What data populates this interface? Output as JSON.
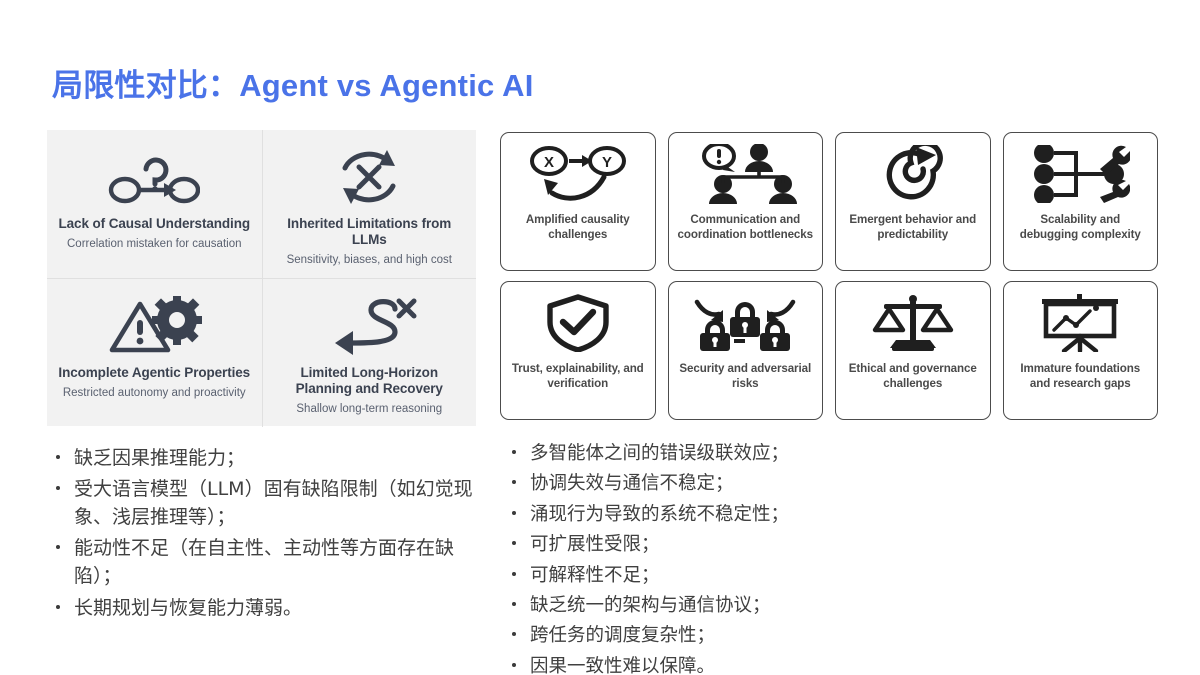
{
  "slide": {
    "title": "局限性对比：Agent vs Agentic AI",
    "title_color": "#4a73e8",
    "background_color": "#ffffff"
  },
  "left_panel": {
    "background_color": "#f2f2f2",
    "cells": [
      {
        "icon": "causal-arrow-question-icon",
        "title": "Lack of Causal Understanding",
        "subtitle": "Correlation mistaken for causation"
      },
      {
        "icon": "circular-arrows-cross-icon",
        "title": "Inherited Limitations from LLMs",
        "subtitle": "Sensitivity, biases, and high cost"
      },
      {
        "icon": "warning-triangle-gear-icon",
        "title": "Incomplete Agentic Properties",
        "subtitle": "Restricted autonomy and proactivity"
      },
      {
        "icon": "winding-path-cross-arrow-icon",
        "title": "Limited Long-Horizon Planning and Recovery",
        "subtitle": "Shallow long-term reasoning"
      }
    ]
  },
  "right_panel": {
    "cards": [
      {
        "icon": "x-to-y-causality-loop-icon",
        "label": "Amplified causality challenges"
      },
      {
        "icon": "people-hierarchy-alert-icon",
        "label": "Communication and coordination bottlenecks"
      },
      {
        "icon": "spiral-arrow-icon",
        "label": "Emergent behavior and predictability"
      },
      {
        "icon": "network-nodes-wrench-icon",
        "label": "Scalability and debugging complexity"
      },
      {
        "icon": "shield-check-icon",
        "label": "Trust, explainability, and verification"
      },
      {
        "icon": "padlocks-icon",
        "label": "Security and adversarial risks"
      },
      {
        "icon": "balance-scales-icon",
        "label": "Ethical and governance challenges"
      },
      {
        "icon": "presentation-chart-icon",
        "label": "Immature foundations and research gaps"
      }
    ]
  },
  "bullets_left": [
    "缺乏因果推理能力；",
    "受大语言模型（LLM）固有缺陷限制（如幻觉现象、浅层推理等）；",
    "能动性不足（在自主性、主动性等方面存在缺陷）；",
    "长期规划与恢复能力薄弱。"
  ],
  "bullets_right": [
    "多智能体之间的错误级联效应；",
    "协调失效与通信不稳定；",
    "涌现行为导致的系统不稳定性；",
    "可扩展性受限；",
    "可解释性不足；",
    "缺乏统一的架构与通信协议；",
    "跨任务的调度复杂性；",
    "因果一致性难以保障。"
  ]
}
